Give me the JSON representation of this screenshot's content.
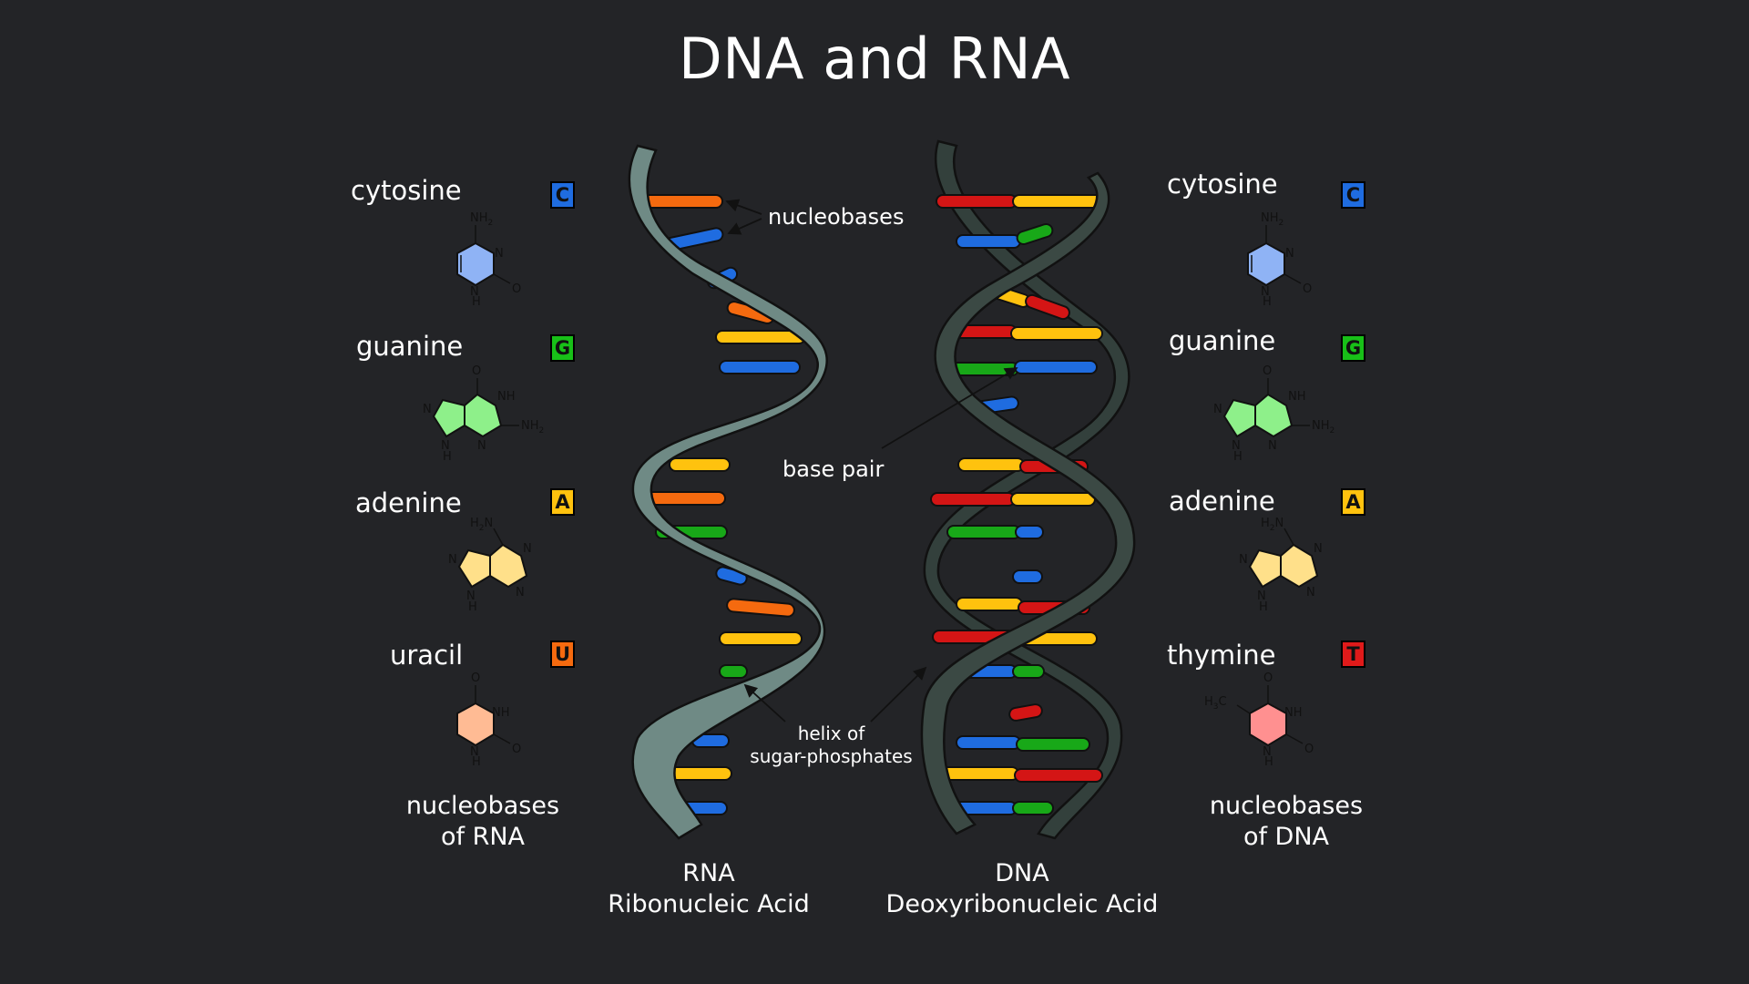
{
  "title": "DNA and RNA",
  "rna_bases": [
    {
      "name": "cytosine",
      "letter": "C",
      "badge_color": "#1f6ce0",
      "ring_color": "#8fb3f5"
    },
    {
      "name": "guanine",
      "letter": "G",
      "badge_color": "#18c018",
      "ring_color": "#8ef08a"
    },
    {
      "name": "adenine",
      "letter": "A",
      "badge_color": "#ffc20e",
      "ring_color": "#ffe08a"
    },
    {
      "name": "uracil",
      "letter": "U",
      "badge_color": "#f56a0f",
      "ring_color": "#ffbb94"
    }
  ],
  "dna_bases": [
    {
      "name": "cytosine",
      "letter": "C",
      "badge_color": "#1f6ce0",
      "ring_color": "#8fb3f5"
    },
    {
      "name": "guanine",
      "letter": "G",
      "badge_color": "#18c018",
      "ring_color": "#8ef08a"
    },
    {
      "name": "adenine",
      "letter": "A",
      "badge_color": "#ffc20e",
      "ring_color": "#ffe08a"
    },
    {
      "name": "thymine",
      "letter": "T",
      "badge_color": "#e01a1a",
      "ring_color": "#ff9090"
    }
  ],
  "molecule_labels": {
    "nh2": "NH",
    "sub2": "2",
    "h2n": "H",
    "n": "N",
    "nh": "NH",
    "h": "H",
    "o": "O",
    "h3c": "H",
    "sub3": "3",
    "c": "C"
  },
  "rna_caption": {
    "line1": "nucleobases",
    "line2": "of RNA"
  },
  "dna_caption": {
    "line1": "nucleobases",
    "line2": "of DNA"
  },
  "rna_helix_caption": {
    "line1": "RNA",
    "line2": "Ribonucleic Acid"
  },
  "dna_helix_caption": {
    "line1": "DNA",
    "line2": "Deoxyribonucleic Acid"
  },
  "annotations": {
    "nucleobases": "nucleobases",
    "base_pair": "base pair",
    "helix_line1": "helix of",
    "helix_line2": "sugar-phosphates"
  },
  "colors": {
    "background": "#232427",
    "rna_backbone": "#6f8a85",
    "dna_backbone": "#33403c",
    "cytosine": "#1f6ce0",
    "guanine": "#18a818",
    "adenine": "#ffc20e",
    "uracil": "#f56a0f",
    "thymine": "#d41515"
  }
}
